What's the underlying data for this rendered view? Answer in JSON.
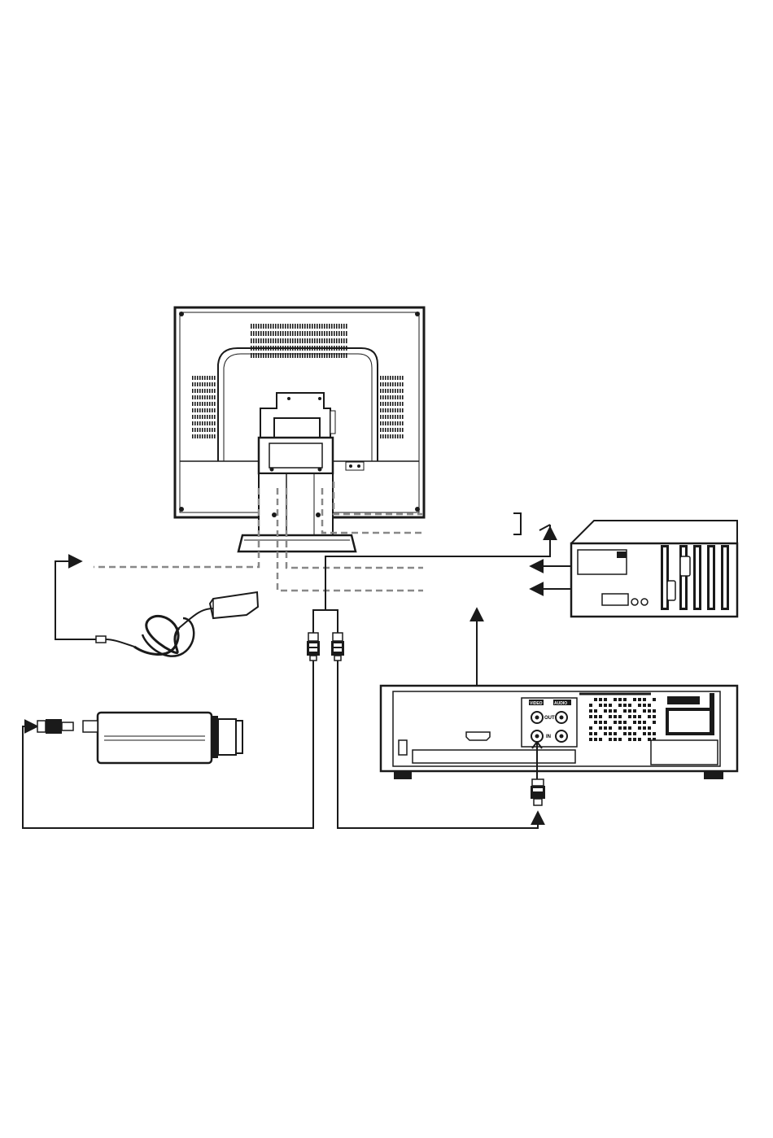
{
  "devices": {
    "monitor": {
      "icon": "monitor-rear-icon"
    },
    "computer": {
      "icon": "desktop-computer-icon"
    },
    "power_adapter": {
      "icon": "power-adapter-icon"
    },
    "camera": {
      "icon": "cctv-camera-icon"
    },
    "vcr": {
      "icon": "vcr-recorder-icon",
      "video_label": "VIDEO",
      "audio_label": "AUDIO",
      "out_label": "OUT",
      "in_label": "IN"
    }
  },
  "colors": {
    "line": "#1a1a1a",
    "dashed": "#888888",
    "background": "#ffffff"
  }
}
